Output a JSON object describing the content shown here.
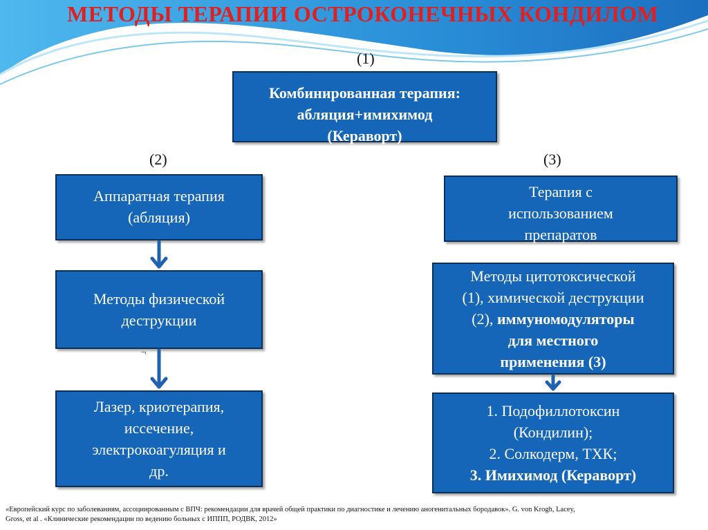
{
  "title": "МЕТОДЫ ТЕРАПИИ ОСТРОКОНЕЧНЫХ КОНДИЛОМ",
  "labels": {
    "n1": "(1)",
    "n2": "(2)",
    "n3": "(3)"
  },
  "boxes": {
    "combined": {
      "line1": "Комбинированная терапия:",
      "line2": "абляция+имихимод",
      "line3": "(Кераворт)"
    },
    "hardware": {
      "line1": "Аппаратная терапия",
      "line2": "(абляция)"
    },
    "physical": {
      "line1": "Методы физической",
      "line2": "деструкции"
    },
    "laser": {
      "line1": "Лазер, криотерапия,",
      "line2": "иссечение,",
      "line3": "электрокоагуляция и",
      "line4": "др."
    },
    "drugs": {
      "line1": "Терапия с",
      "line2": "использованием",
      "line3": "препаратов"
    },
    "cytotoxic": {
      "line1": "Методы цитотоксической",
      "line2": "(1), химической деструкции",
      "line3a": "(2), ",
      "line3b": "иммуномодуляторы",
      "line4": "для местного",
      "line5": "применения (3)"
    },
    "podo": {
      "line1": "1. Подофиллотоксин",
      "line2": "(Кондилин);",
      "line3": "2. Солкодерм, ТХК;",
      "line4": "3. Имихимод (Кераворт)"
    }
  },
  "stray_mark": "¬",
  "footnote": {
    "line1": "«Европейский курс по заболеваниям, ассоциированным с ВПЧ: рекомендации для врачей общей практики по диагностике и лечению аногенитальных бородавок». G. von Krogh, Lacey,",
    "line2": "Gross, et al .  «Клинические рекомендации по ведению больных с ИППП, РОДВК, 2012»"
  },
  "colors": {
    "box_fill": "#1565b8",
    "box_border": "#0c2f57",
    "title": "#e02020",
    "arrow": "#1e62b0",
    "wave": "#1e88d8"
  }
}
